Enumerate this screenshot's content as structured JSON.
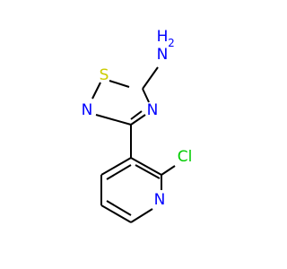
{
  "molecule": {
    "atoms": {
      "sulfur": {
        "label": "S",
        "color": "#cccc00"
      },
      "amine_nitrogen": {
        "label": "N",
        "color": "#0000ff"
      },
      "amine_h_top": {
        "label": "H",
        "color": "#0000ff"
      },
      "amine_h_sub": {
        "label": "2",
        "color": "#0000ff"
      },
      "ring_n2": {
        "label": "N",
        "color": "#0000ff"
      },
      "ring_n4": {
        "label": "N",
        "color": "#0000ff"
      },
      "chlorine": {
        "label": "Cl",
        "color": "#00cc00"
      },
      "pyridine_nitrogen": {
        "label": "N",
        "color": "#0000ff"
      }
    }
  }
}
